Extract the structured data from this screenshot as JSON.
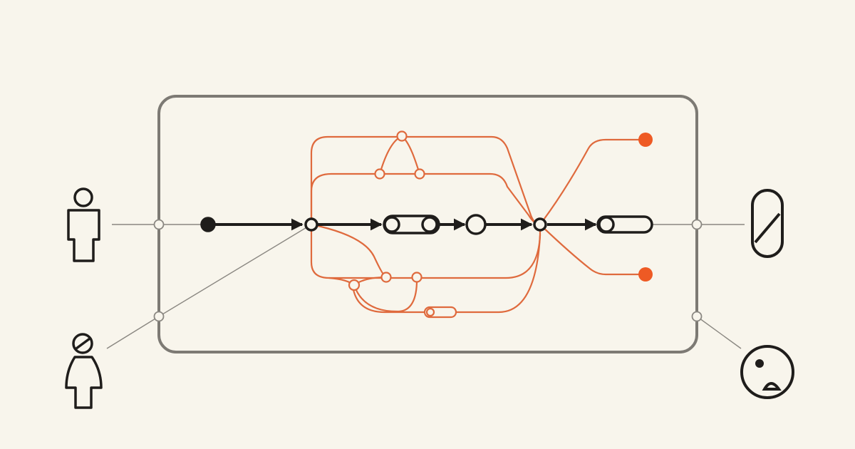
{
  "colors": {
    "background": "#f8f5ec",
    "frame": "#7d7a74",
    "connector": "#8a8781",
    "main_flow": "#1f1d1b",
    "branch": "#df6a3d",
    "endpoint_dot": "#ee5a24",
    "icon_stroke": "#1f1d1b",
    "node_fill": "#f8f5ec"
  },
  "actors": {
    "input_top": {
      "icon": "person-icon"
    },
    "input_bottom": {
      "icon": "person-with-hat-icon"
    },
    "output_top": {
      "icon": "pill-capsule-icon"
    },
    "output_bottom": {
      "icon": "sad-face-icon"
    }
  },
  "main_flow": {
    "nodes": [
      "start-dot",
      "junction",
      "pill",
      "circle",
      "junction",
      "pill"
    ]
  },
  "branch_network": {
    "upper_nodes": 3,
    "lower_nodes": 4,
    "outputs": 2
  }
}
